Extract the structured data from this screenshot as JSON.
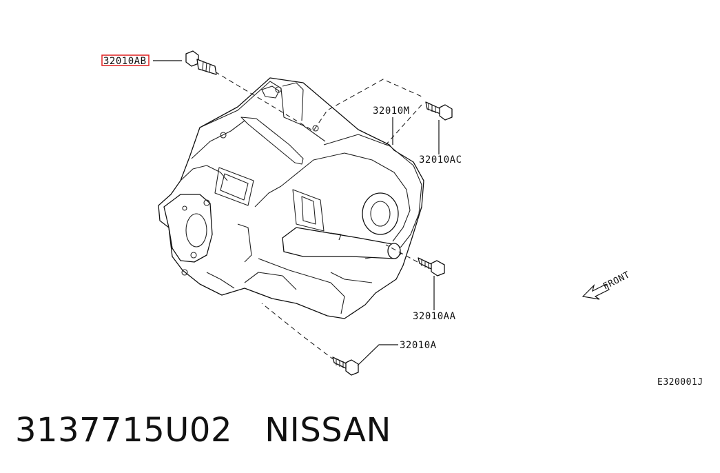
{
  "diagram": {
    "part_labels": {
      "ab": "32010AB",
      "m": "32010M",
      "ac": "32010AC",
      "aa": "32010AA",
      "a": "32010A"
    },
    "front_label": "FRONT",
    "diagram_code": "E320001J",
    "highlight_color": "#e02020"
  },
  "footer": {
    "part_number": "3137715U02",
    "brand": "NISSAN"
  }
}
